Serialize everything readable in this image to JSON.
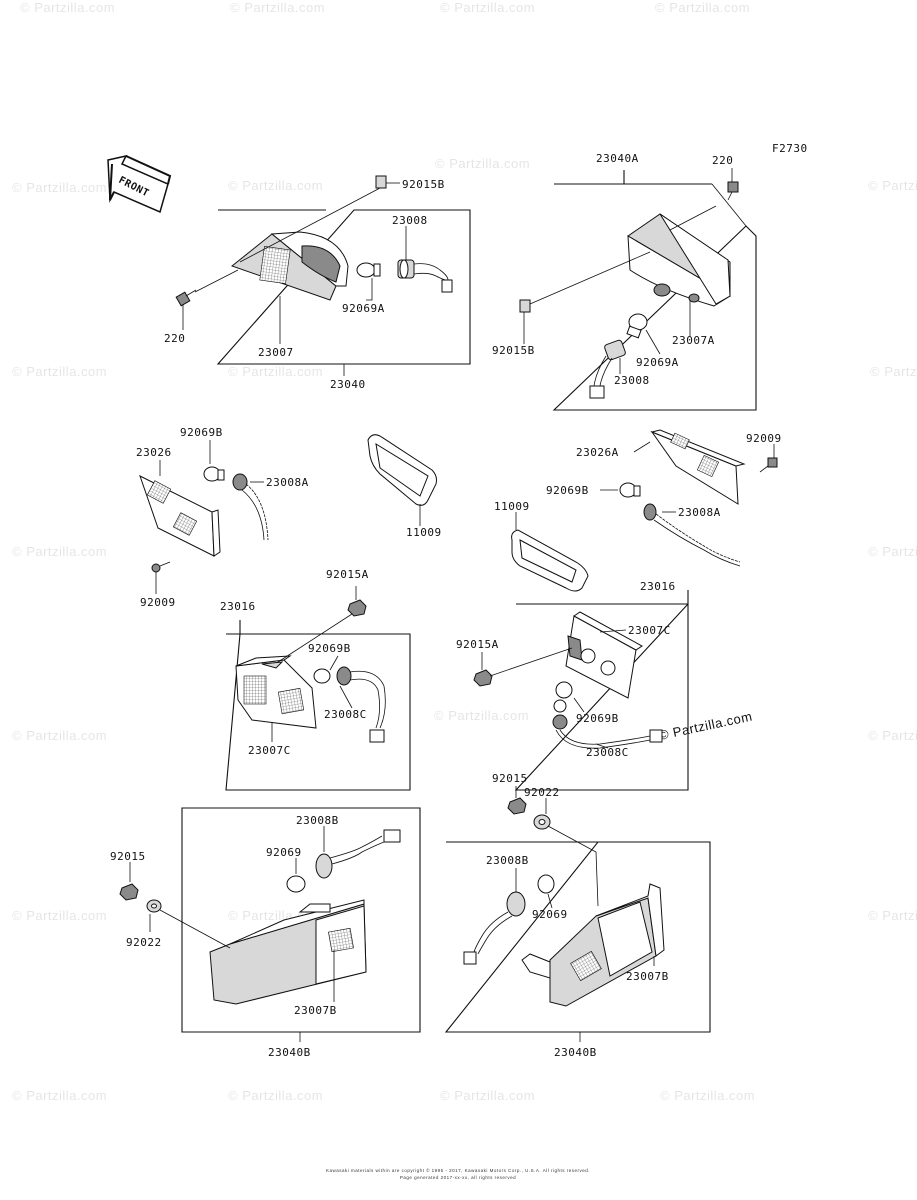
{
  "page_code": "F2730",
  "front_label": "FRONT",
  "watermark": "© Partzilla.com",
  "footer": {
    "line1": "Kawasaki materials within are copyright © 1995 - 2017, Kawasaki Motors Corp., U.S.A. All rights reserved.",
    "line2": "Page generated 2017-xx-xx, all rights reserved"
  },
  "labels": {
    "l_92015B_a": "92015B",
    "l_23008_a": "23008",
    "l_220_a": "220",
    "l_92069A_a": "92069A",
    "l_23007": "23007",
    "l_23040": "23040",
    "l_23040A": "23040A",
    "l_220_b": "220",
    "l_92015B_b": "92015B",
    "l_23007A": "23007A",
    "l_92069A_b": "92069A",
    "l_23008_b": "23008",
    "l_92069B_a": "92069B",
    "l_23026": "23026",
    "l_23008A_a": "23008A",
    "l_92009_a": "92009",
    "l_11009_a": "11009",
    "l_23026A": "23026A",
    "l_92009_b": "92009",
    "l_92069B_b": "92069B",
    "l_11009_b": "11009",
    "l_23008A_b": "23008A",
    "l_92015A_a": "92015A",
    "l_23016_a": "23016",
    "l_92069B_c": "92069B",
    "l_23008C_a": "23008C",
    "l_23007C_a": "23007C",
    "l_23016_b": "23016",
    "l_92015A_b": "92015A",
    "l_23007C_b": "23007C",
    "l_92069B_d": "92069B",
    "l_23008C_b": "23008C",
    "l_92015_a": "92015",
    "l_92022_a": "92022",
    "l_23008B_a": "23008B",
    "l_92069_a": "92069",
    "l_92015_b": "92015",
    "l_92022_b": "92022",
    "l_23007B_a": "23007B",
    "l_23040B_a": "23040B",
    "l_23008B_b": "23008B",
    "l_92069_b": "92069",
    "l_23007B_b": "23007B",
    "l_23040B_b": "23040B"
  }
}
